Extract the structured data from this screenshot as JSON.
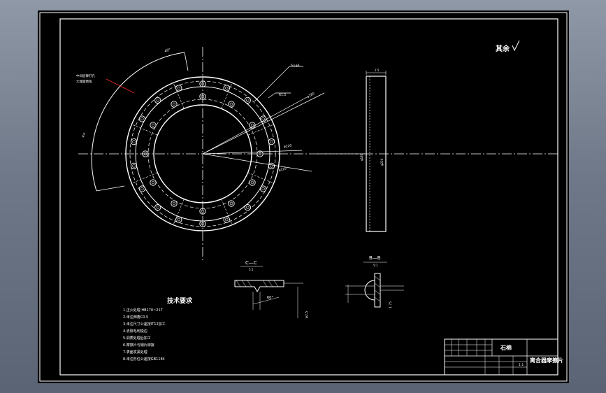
{
  "drawing": {
    "finish_mark": "其余",
    "section_cc": "C—C",
    "section_bb": "B—B",
    "scale_cc": "5:1",
    "scale_bb": "5:1",
    "tech_title": "技术要求",
    "tech_notes": [
      "1.正火处理 HB170~217",
      "2.未注倒角C0.5",
      "3.未注尺寸公差按IT12加工",
      "4.去除毛刺锐边",
      "5.调质处理后加工",
      "6.摩擦片与钢片铆接",
      "7.表面发黑处理",
      "8.未注形位公差按GB1184"
    ],
    "title_block": {
      "material": "石棉",
      "part_name": "离合器摩擦片",
      "scale": "1:1"
    }
  }
}
